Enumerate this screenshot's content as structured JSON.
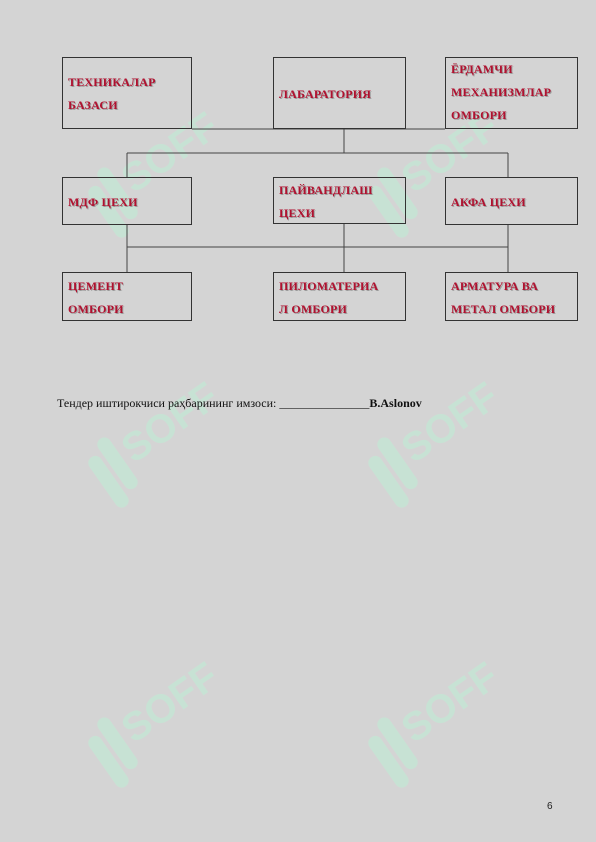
{
  "org_chart": {
    "row1": [
      {
        "label": "ТЕХНИКАЛАР\nБАЗАСИ"
      },
      {
        "label": "ЛАБАРАТОРИЯ"
      },
      {
        "label": "ЁРДАМЧИ\nМЕХАНИЗМЛАР\nОМБОРИ"
      }
    ],
    "row2": [
      {
        "label": "МДФ ЦЕХИ"
      },
      {
        "label": "ПАЙВАНДЛАШ\nЦЕХИ"
      },
      {
        "label": "АКФА ЦЕХИ"
      }
    ],
    "row3": [
      {
        "label": "ЦЕМЕНТ\nОМБОРИ"
      },
      {
        "label": "ПИЛОМАТЕРИА\nЛ ОМБОРИ"
      },
      {
        "label": "АРМАТУРА ВА\nМЕТАЛ ОМБОРИ"
      }
    ]
  },
  "signature": {
    "label": "Тендер иштирокчиси раҳбарининг имзоси:",
    "blank": "_______________",
    "name": "B.Aslonov"
  },
  "page_number": "6",
  "colors": {
    "box_text": "#b0112f",
    "background": "#d4d4d4",
    "watermark": "#bff2dc"
  },
  "watermark": {
    "text": "SOFF"
  }
}
